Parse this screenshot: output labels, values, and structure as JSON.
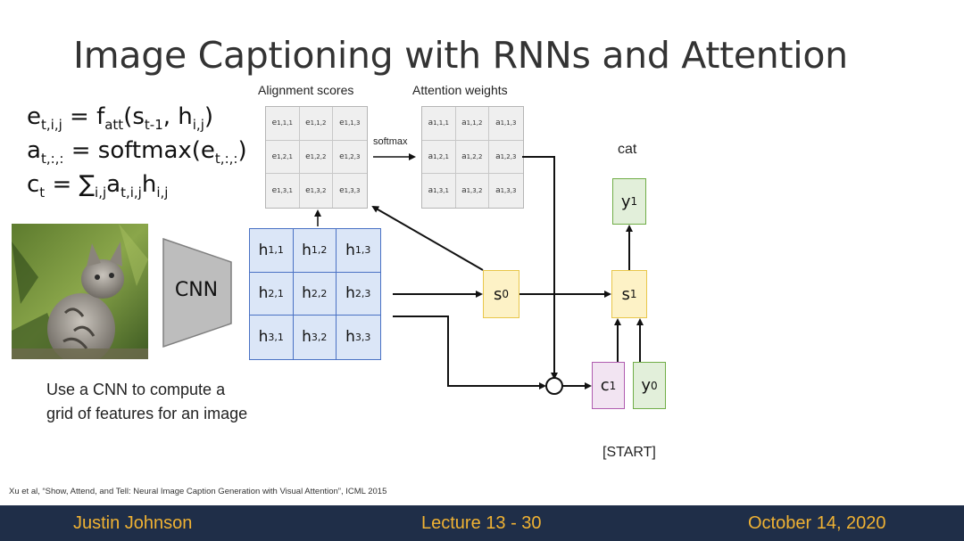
{
  "slide": {
    "title": "Image Captioning with RNNs and Attention",
    "equations": [
      {
        "base": "e",
        "sub1": "t,i,j",
        "mid": " = f",
        "sub2": "att",
        "rest": "(s",
        "sub3": "t-1",
        "rest2": ", h",
        "sub4": "i,j",
        "end": ")"
      },
      {
        "base": "a",
        "sub1": "t,:,:",
        "mid": " = softmax(e",
        "sub2": "t,:,:",
        "end": ")"
      },
      {
        "base": "c",
        "sub1": "t",
        "mid": " = ∑",
        "sub2": "i,j",
        "rest": "a",
        "sub3": "t,i,j",
        "rest2": "h",
        "sub4": "i,j"
      }
    ],
    "alignment_label": "Alignment scores",
    "attention_label": "Attention weights",
    "softmax_label": "softmax",
    "cnn_label": "CNN",
    "caption_lines": [
      "Use a CNN to compute a",
      "grid of features for an image"
    ],
    "output_word": "cat",
    "start_token": "[START]",
    "citation": "Xu et al, “Show, Attend, and Tell: Neural Image Caption Generation with Visual Attention”, ICML 2015",
    "footer": {
      "left": "Justin Johnson",
      "center": "Lecture 13 - 30",
      "right": "October 14, 2020"
    },
    "alignment_grid": [
      [
        "1,1,1",
        "1,1,2",
        "1,1,3"
      ],
      [
        "1,2,1",
        "1,2,2",
        "1,2,3"
      ],
      [
        "1,3,1",
        "1,3,2",
        "1,3,3"
      ]
    ],
    "attention_grid": [
      [
        "1,1,1",
        "1,1,2",
        "1,1,3"
      ],
      [
        "1,2,1",
        "1,2,2",
        "1,2,3"
      ],
      [
        "1,3,1",
        "1,3,2",
        "1,3,3"
      ]
    ],
    "feature_grid": [
      [
        "1,1",
        "1,2",
        "1,3"
      ],
      [
        "2,1",
        "2,2",
        "2,3"
      ],
      [
        "3,1",
        "3,2",
        "3,3"
      ]
    ],
    "nodes": {
      "s0": {
        "base": "s",
        "sub": "0"
      },
      "s1": {
        "base": "s",
        "sub": "1"
      },
      "y1": {
        "base": "y",
        "sub": "1"
      },
      "c1": {
        "base": "c",
        "sub": "1"
      },
      "y0": {
        "base": "y",
        "sub": "0"
      }
    },
    "colors": {
      "footer_bg": "#1f2e48",
      "footer_text": "#f0b233",
      "grid_gray": "#efefef",
      "feature_blue": "#dbe6f7",
      "feature_border": "#4a72c4",
      "rnn_yellow": "#fdf2c6",
      "rnn_border": "#e8c64a",
      "output_green": "#e2efda",
      "output_border": "#70ad47",
      "context_purple": "#f2e4f2",
      "context_border": "#b05cb0"
    }
  }
}
